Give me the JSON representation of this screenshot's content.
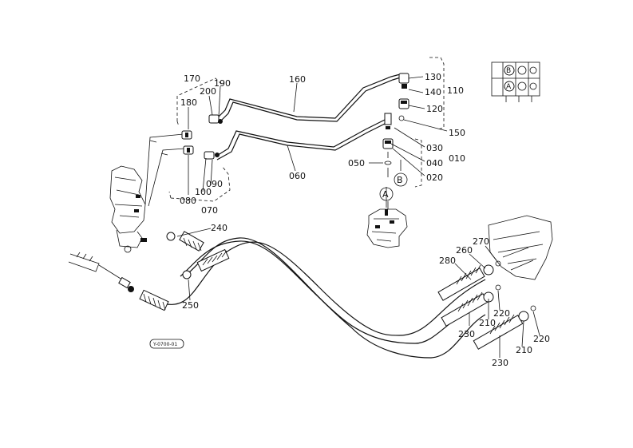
{
  "parts": {
    "p010": "010",
    "p020": "020",
    "p030": "030",
    "p040": "040",
    "p050": "050",
    "p060": "060",
    "p070": "070",
    "p080": "080",
    "p090": "090",
    "p100": "100",
    "p110": "110",
    "p120": "120",
    "p130": "130",
    "p140": "140",
    "p150": "150",
    "p160": "160",
    "p170": "170",
    "p180": "180",
    "p190": "190",
    "p200": "200",
    "p210a": "210",
    "p210b": "210",
    "p220a": "220",
    "p220b": "220",
    "p230a": "230",
    "p230b": "230",
    "p240": "240",
    "p250": "250",
    "p260": "260",
    "p270": "270",
    "p280": "280"
  },
  "markers": {
    "a": "A",
    "b": "B"
  },
  "drawing_code": "Y-0700-01",
  "colors": {
    "ink": "#111111",
    "paper": "#ffffff"
  }
}
